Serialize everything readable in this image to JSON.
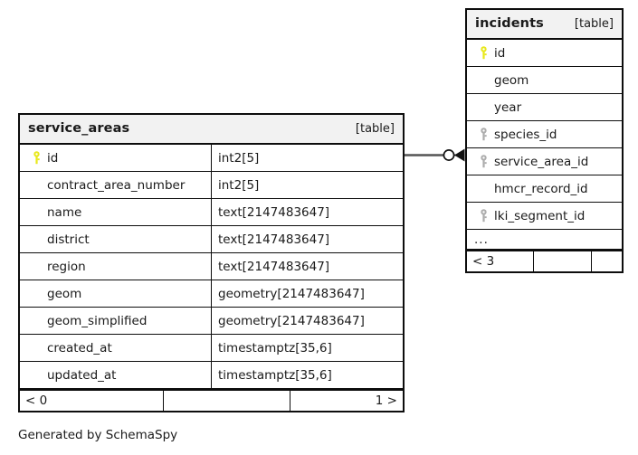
{
  "diagram": {
    "credit": "Generated by SchemaSpy",
    "kind_label": "[table]",
    "colors": {
      "primary_key_icon": "#e8e81c",
      "foreign_key_icon": "#adadad",
      "border": "#0d0d0d",
      "header_background": "#f2f2f2",
      "background": "#ffffff"
    }
  },
  "tables": [
    {
      "id": "service_areas",
      "title": "service_areas",
      "kind": "[table]",
      "columns": [
        {
          "name": "id",
          "type": "int2[5]",
          "key": "primary"
        },
        {
          "name": "contract_area_number",
          "type": "int2[5]",
          "key": "none"
        },
        {
          "name": "name",
          "type": "text[2147483647]",
          "key": "none"
        },
        {
          "name": "district",
          "type": "text[2147483647]",
          "key": "none"
        },
        {
          "name": "region",
          "type": "text[2147483647]",
          "key": "none"
        },
        {
          "name": "geom",
          "type": "geometry[2147483647]",
          "key": "none"
        },
        {
          "name": "geom_simplified",
          "type": "geometry[2147483647]",
          "key": "none"
        },
        {
          "name": "created_at",
          "type": "timestamptz[35,6]",
          "key": "none"
        },
        {
          "name": "updated_at",
          "type": "timestamptz[35,6]",
          "key": "none"
        }
      ],
      "has_more_row": false,
      "footer": {
        "left": "< 0",
        "middle": "",
        "right": "1 >"
      }
    },
    {
      "id": "incidents",
      "title": "incidents",
      "kind": "[table]",
      "columns": [
        {
          "name": "id",
          "type": "",
          "key": "primary"
        },
        {
          "name": "geom",
          "type": "",
          "key": "none"
        },
        {
          "name": "year",
          "type": "",
          "key": "none"
        },
        {
          "name": "species_id",
          "type": "",
          "key": "foreign"
        },
        {
          "name": "service_area_id",
          "type": "",
          "key": "foreign"
        },
        {
          "name": "hmcr_record_id",
          "type": "",
          "key": "none"
        },
        {
          "name": "lki_segment_id",
          "type": "",
          "key": "foreign"
        }
      ],
      "has_more_row": true,
      "more_label": "...",
      "footer": {
        "left": "< 3",
        "middle": "",
        "right": ""
      }
    }
  ],
  "relationships": [
    {
      "from_table": "service_areas",
      "from_column": "id",
      "to_table": "incidents",
      "to_column": "service_area_id",
      "from_cardinality": "zero-or-one",
      "to_cardinality": "many"
    }
  ]
}
